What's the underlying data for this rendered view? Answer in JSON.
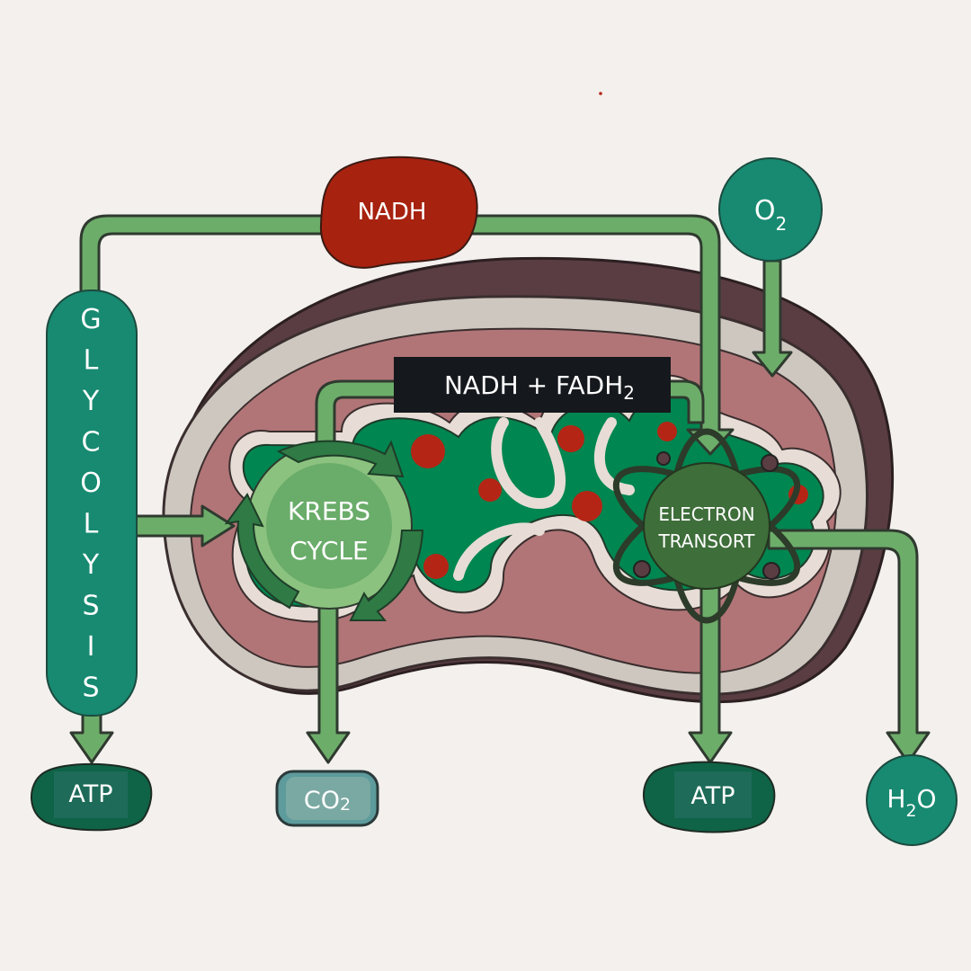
{
  "labels": {
    "nadh": "NADH",
    "oxygen_main": "O",
    "oxygen_sub": "2",
    "glycolysis": "GLYCOLYSIS",
    "nadh_fadh_main": "NADH + FADH",
    "nadh_fadh_sub": "2",
    "krebs_line1": "KREBS",
    "krebs_line2": "CYCLE",
    "electron_line1": "ELECTRON",
    "electron_line2": "TRANSORT",
    "atp_left": "ATP",
    "co2_main": "CO",
    "co2_sub": "2",
    "atp_right": "ATP",
    "water_h": "H",
    "water_sub": "2",
    "water_o": "O"
  },
  "colors": {
    "background": "#f3f0ed",
    "arrow": "#6dad6a",
    "arrow_stroke": "#2f3a2f",
    "outer_membrane": "#5a3d42",
    "intermembrane": "#cdc7c0",
    "cytosol_pink": "#b17577",
    "matrix_green": "#008650",
    "red_granule": "#b52515",
    "nadh_blob": "#a7220f",
    "teal": "#178a71",
    "krebs_circle": "#6aac6a",
    "krebs_arrows": "#2f7a45",
    "electron_circle": "#3e6e3a",
    "atp_blob": "#0f6347",
    "co2_box": "#5d9b9c",
    "dark_label": "#15181c"
  }
}
